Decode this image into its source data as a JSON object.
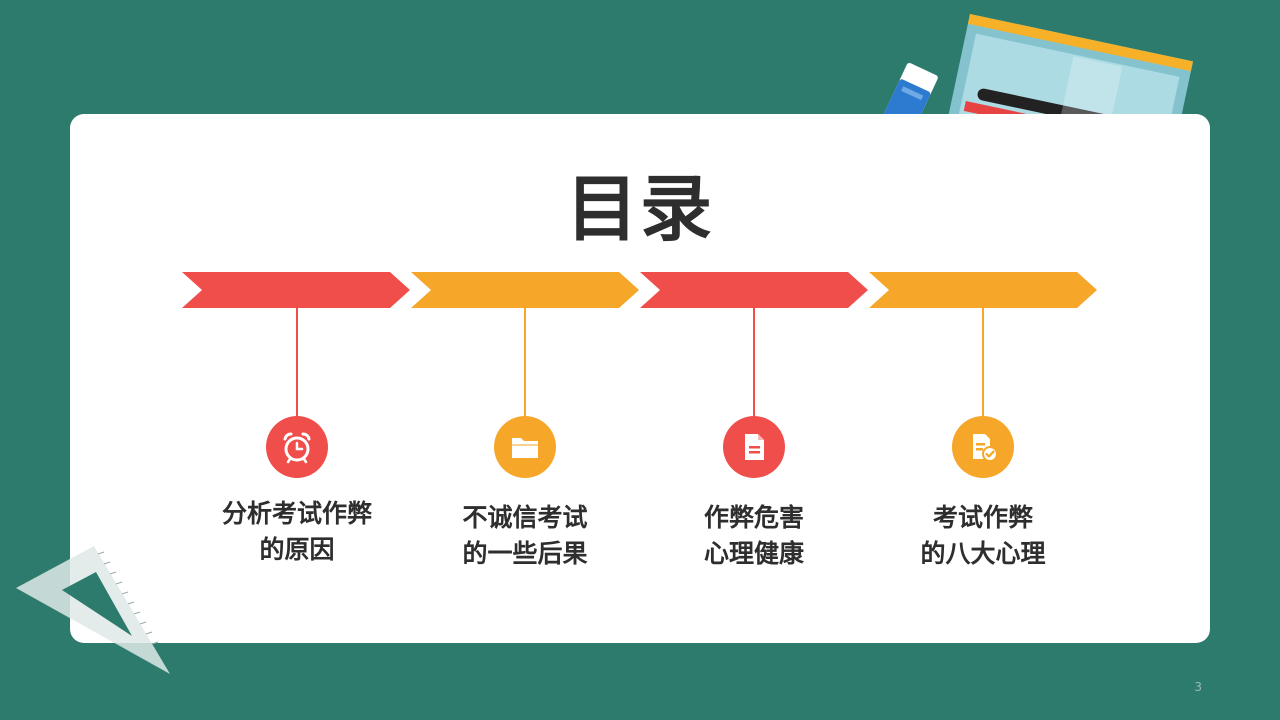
{
  "slide": {
    "title": "目录",
    "page_number": "3"
  },
  "colors": {
    "background": "#2c7b6d",
    "red": "#f04e4a",
    "orange": "#f6a628",
    "card": "#ffffff"
  },
  "items": [
    {
      "line1": "分析考试作弊",
      "line2": "的原因",
      "icon": "alarm-clock-icon",
      "color": "red"
    },
    {
      "line1": "不诚信考试",
      "line2": "的一些后果",
      "icon": "folder-icon",
      "color": "orange"
    },
    {
      "line1": "作弊危害",
      "line2": "心理健康",
      "icon": "document-icon",
      "color": "red"
    },
    {
      "line1": "考试作弊",
      "line2": "的八大心理",
      "icon": "document-check-icon",
      "color": "orange"
    }
  ]
}
